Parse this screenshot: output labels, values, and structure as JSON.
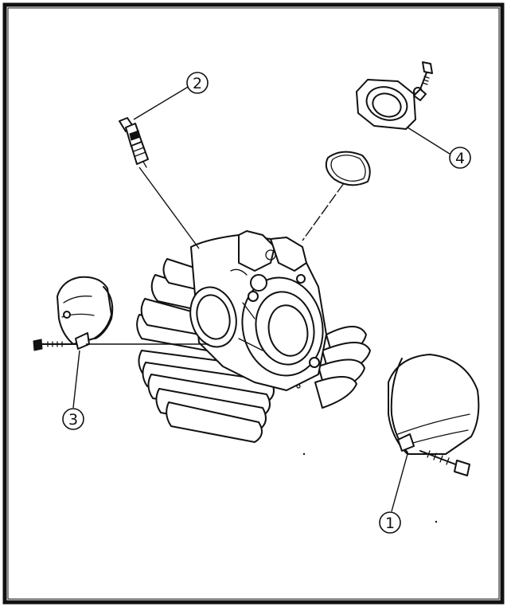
{
  "callouts": [
    {
      "id": "1",
      "label": "①",
      "part": "cover"
    },
    {
      "id": "2",
      "label": "②",
      "part": "spark-plug"
    },
    {
      "id": "3",
      "label": "③",
      "part": "cover"
    },
    {
      "id": "4",
      "label": "④",
      "part": "manifold"
    }
  ],
  "colors": {
    "ink": "#111111",
    "paper": "#ffffff"
  }
}
